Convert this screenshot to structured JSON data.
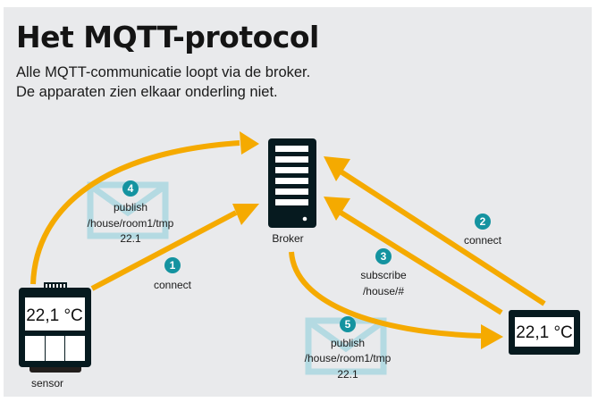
{
  "header": {
    "title": "Het MQTT-protocol",
    "subtitle_line1": "Alle MQTT-communicatie loopt via de broker.",
    "subtitle_line2": "De apparaten zien elkaar onderling niet."
  },
  "colors": {
    "background": "#e9eaec",
    "arrow": "#f5aa00",
    "device": "#061a1f",
    "badge": "#1493a0",
    "envelope": "#b4dae2"
  },
  "nodes": {
    "broker": {
      "label": "Broker",
      "icon": "server-icon"
    },
    "sensor": {
      "label": "sensor",
      "display": "22,1 °C",
      "icon": "thermostat-icon"
    },
    "display": {
      "display": "22,1 °C",
      "icon": "display-icon"
    }
  },
  "steps": [
    {
      "number": "1",
      "line1": "connect",
      "line2": "",
      "line3": ""
    },
    {
      "number": "2",
      "line1": "connect",
      "line2": "",
      "line3": ""
    },
    {
      "number": "3",
      "line1": "subscribe",
      "line2": "/house/#",
      "line3": ""
    },
    {
      "number": "4",
      "line1": "publish",
      "line2": "/house/room1/tmp",
      "line3": "22.1"
    },
    {
      "number": "5",
      "line1": "publish",
      "line2": "/house/room1/tmp",
      "line3": "22.1"
    }
  ]
}
